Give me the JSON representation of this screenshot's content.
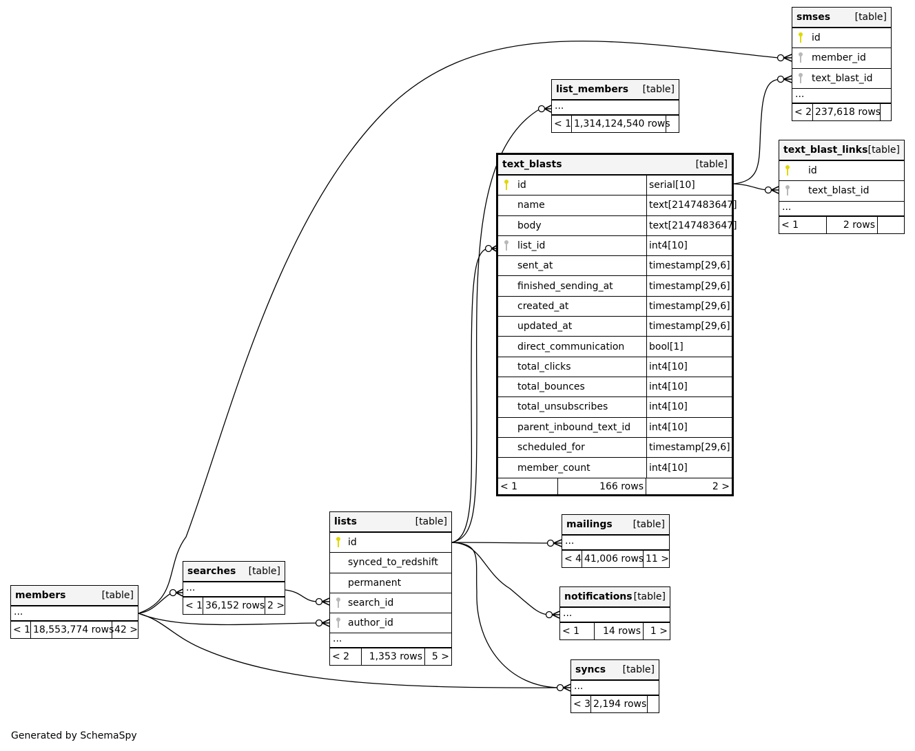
{
  "diagram": {
    "generator_note": "Generated by SchemaSpy",
    "kind_label": "[table]",
    "tables": {
      "smses": {
        "name": "smses",
        "columns": [
          {
            "name": "id",
            "key": "primary"
          },
          {
            "name": "member_id",
            "key": "foreign"
          },
          {
            "name": "text_blast_id",
            "key": "foreign"
          }
        ],
        "ellipsis": "...",
        "parents": "< 2",
        "rows": "237,618 rows",
        "children": ""
      },
      "list_members": {
        "name": "list_members",
        "ellipsis": "...",
        "parents": "< 1",
        "rows": "1,314,124,540 rows",
        "children": ""
      },
      "text_blasts": {
        "name": "text_blasts",
        "columns": [
          {
            "name": "id",
            "type": "serial[10]",
            "key": "primary"
          },
          {
            "name": "name",
            "type": "text[2147483647]",
            "key": ""
          },
          {
            "name": "body",
            "type": "text[2147483647]",
            "key": ""
          },
          {
            "name": "list_id",
            "type": "int4[10]",
            "key": "foreign"
          },
          {
            "name": "sent_at",
            "type": "timestamp[29,6]",
            "key": ""
          },
          {
            "name": "finished_sending_at",
            "type": "timestamp[29,6]",
            "key": ""
          },
          {
            "name": "created_at",
            "type": "timestamp[29,6]",
            "key": ""
          },
          {
            "name": "updated_at",
            "type": "timestamp[29,6]",
            "key": ""
          },
          {
            "name": "direct_communication",
            "type": "bool[1]",
            "key": ""
          },
          {
            "name": "total_clicks",
            "type": "int4[10]",
            "key": ""
          },
          {
            "name": "total_bounces",
            "type": "int4[10]",
            "key": ""
          },
          {
            "name": "total_unsubscribes",
            "type": "int4[10]",
            "key": ""
          },
          {
            "name": "parent_inbound_text_id",
            "type": "int4[10]",
            "key": ""
          },
          {
            "name": "scheduled_for",
            "type": "timestamp[29,6]",
            "key": ""
          },
          {
            "name": "member_count",
            "type": "int4[10]",
            "key": ""
          }
        ],
        "parents": "< 1",
        "rows": "166 rows",
        "children": "2 >"
      },
      "text_blast_links": {
        "name": "text_blast_links",
        "columns": [
          {
            "name": "id",
            "key": "primary"
          },
          {
            "name": "text_blast_id",
            "key": "foreign"
          }
        ],
        "ellipsis": "...",
        "parents": "< 1",
        "rows": "2 rows",
        "children": ""
      },
      "lists": {
        "name": "lists",
        "columns": [
          {
            "name": "id",
            "key": "primary"
          },
          {
            "name": "synced_to_redshift",
            "key": ""
          },
          {
            "name": "permanent",
            "key": ""
          },
          {
            "name": "search_id",
            "key": "foreign"
          },
          {
            "name": "author_id",
            "key": "foreign"
          }
        ],
        "ellipsis": "...",
        "parents": "< 2",
        "rows": "1,353 rows",
        "children": "5 >"
      },
      "members": {
        "name": "members",
        "ellipsis": "...",
        "parents": "< 1",
        "rows": "18,553,774 rows",
        "children": "42 >"
      },
      "searches": {
        "name": "searches",
        "ellipsis": "...",
        "parents": "< 1",
        "rows": "36,152 rows",
        "children": "2 >"
      },
      "mailings": {
        "name": "mailings",
        "ellipsis": "...",
        "parents": "< 4",
        "rows": "41,006 rows",
        "children": "11 >"
      },
      "notifications": {
        "name": "notifications",
        "ellipsis": "...",
        "parents": "< 1",
        "rows": "14 rows",
        "children": "1 >"
      },
      "syncs": {
        "name": "syncs",
        "ellipsis": "...",
        "parents": "< 3",
        "rows": "2,194 rows",
        "children": ""
      }
    },
    "relationships": [
      {
        "from": "members",
        "to": "smses.member_id"
      },
      {
        "from": "members",
        "to": "searches"
      },
      {
        "from": "members",
        "to": "lists.author_id"
      },
      {
        "from": "members",
        "to": "syncs"
      },
      {
        "from": "searches",
        "to": "lists.search_id"
      },
      {
        "from": "lists.id",
        "to": "list_members"
      },
      {
        "from": "lists.id",
        "to": "text_blasts.list_id"
      },
      {
        "from": "lists.id",
        "to": "mailings"
      },
      {
        "from": "lists.id",
        "to": "notifications"
      },
      {
        "from": "lists.id",
        "to": "syncs"
      },
      {
        "from": "text_blasts.id",
        "to": "smses.text_blast_id"
      },
      {
        "from": "text_blasts.id",
        "to": "text_blast_links.text_blast_id"
      }
    ]
  }
}
